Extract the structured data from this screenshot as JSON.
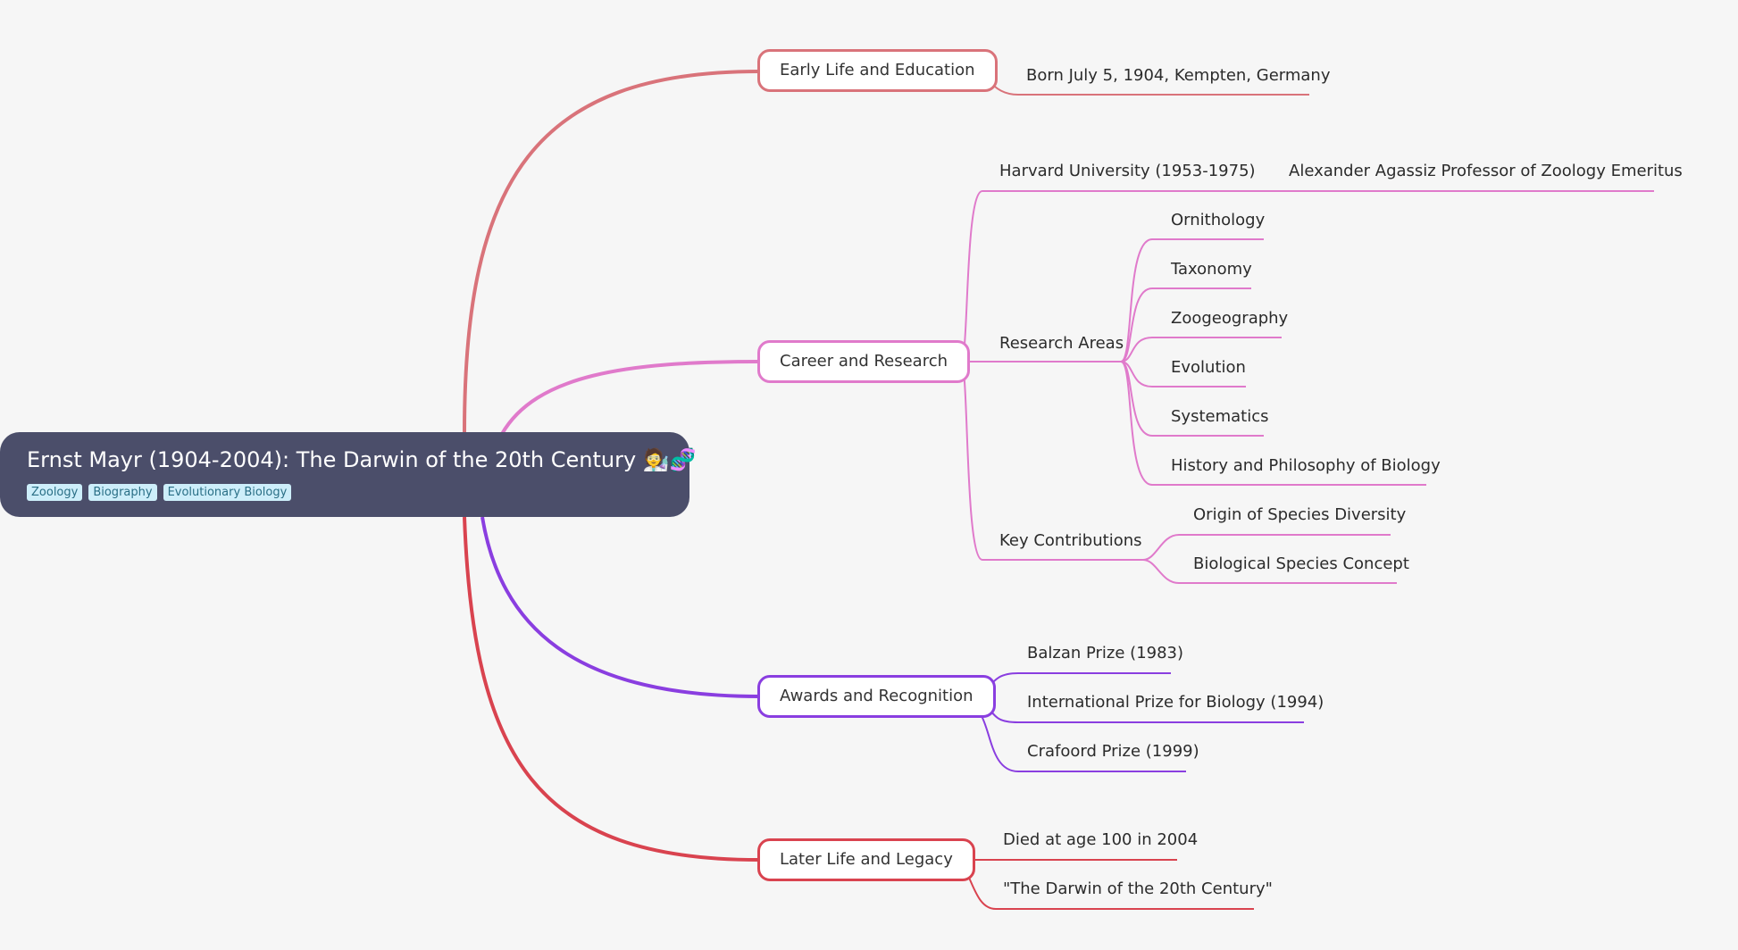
{
  "root": {
    "title": "Ernst Mayr (1904-2004): The Darwin of the 20th Century",
    "emoji": "🧑‍🔬🧬",
    "tags": [
      "Zoology",
      "Biography",
      "Evolutionary Biology"
    ]
  },
  "colors": {
    "root_bg": "#4b4e6a",
    "early_life": "#d9737a",
    "career": "#e07acb",
    "awards": "#8a3ee0",
    "later_life": "#d9434f"
  },
  "branches": {
    "early_life": {
      "label": "Early Life and Education",
      "items": [
        "Born July 5, 1904, Kempten, Germany"
      ]
    },
    "career": {
      "label": "Career and Research",
      "harvard": {
        "label": "Harvard University (1953-1975)",
        "detail": "Alexander Agassiz Professor of Zoology Emeritus"
      },
      "research_areas": {
        "label": "Research Areas",
        "items": [
          "Ornithology",
          "Taxonomy",
          "Zoogeography",
          "Evolution",
          "Systematics",
          "History and Philosophy of Biology"
        ]
      },
      "key_contributions": {
        "label": "Key Contributions",
        "items": [
          "Origin of Species Diversity",
          "Biological Species Concept"
        ]
      }
    },
    "awards": {
      "label": "Awards and Recognition",
      "items": [
        "Balzan Prize (1983)",
        "International Prize for Biology (1994)",
        "Crafoord Prize (1999)"
      ]
    },
    "later_life": {
      "label": "Later Life and Legacy",
      "items": [
        "Died at age 100 in 2004",
        "\"The Darwin of the 20th Century\""
      ]
    }
  }
}
